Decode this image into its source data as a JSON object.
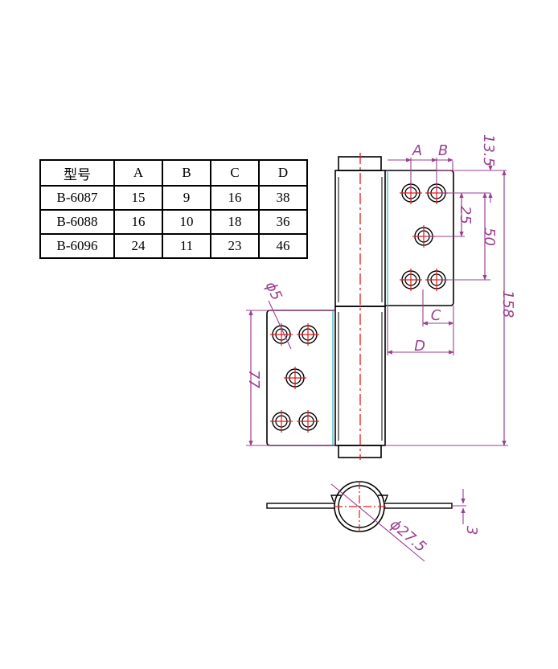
{
  "table": {
    "headers": [
      "型号",
      "A",
      "B",
      "C",
      "D"
    ],
    "rows": [
      [
        "B-6087",
        "15",
        "9",
        "16",
        "38"
      ],
      [
        "B-6088",
        "16",
        "10",
        "18",
        "36"
      ],
      [
        "B-6096",
        "24",
        "11",
        "23",
        "46"
      ]
    ]
  },
  "dimensions": {
    "a": "A",
    "b": "B",
    "c": "C",
    "d": "D",
    "top_offset": "13.5",
    "hole_spacing": "25",
    "hole_span": "50",
    "total_height": "158",
    "hole_diameter": "ϕ5",
    "lower_leaf_height": "77",
    "knuckle_diameter": "ϕ27.5",
    "thickness": "3"
  },
  "colors": {
    "outline": "#000000",
    "dimension": "#9b3f8f",
    "centerline": "#e31b1b",
    "edge": "#3fb7c9"
  }
}
